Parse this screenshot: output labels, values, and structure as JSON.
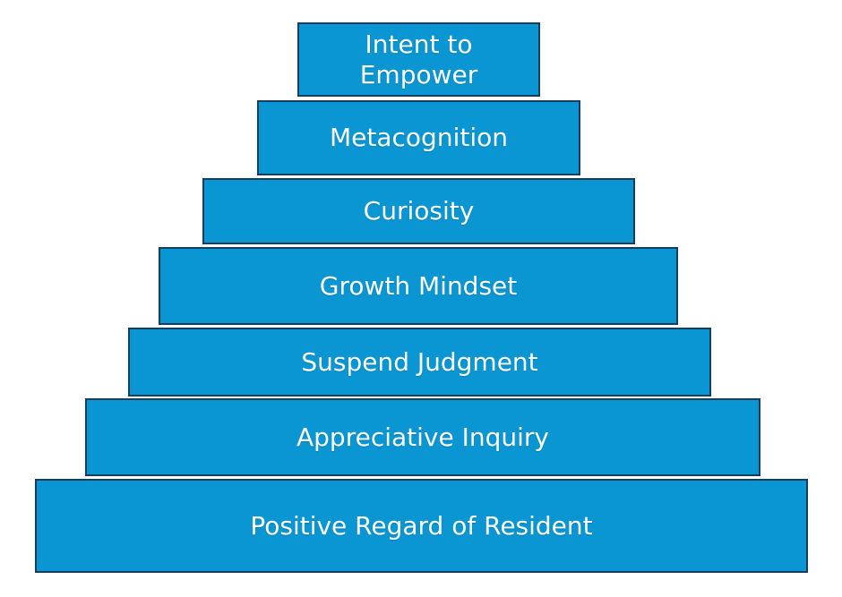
{
  "pyramid": {
    "description": "Seven-tier pyramid diagram, narrowest at top",
    "colors": {
      "fill": "#0996d3",
      "border": "#133f5c",
      "text": "#ffffff",
      "background": "#ffffff"
    },
    "levels": [
      {
        "id": "intent-to-empower",
        "label": "Intent to\nEmpower"
      },
      {
        "id": "metacognition",
        "label": "Metacognition"
      },
      {
        "id": "curiosity",
        "label": "Curiosity"
      },
      {
        "id": "growth-mindset",
        "label": "Growth Mindset"
      },
      {
        "id": "suspend-judgment",
        "label": "Suspend Judgment"
      },
      {
        "id": "appreciative-inquiry",
        "label": "Appreciative Inquiry"
      },
      {
        "id": "positive-regard",
        "label": "Positive Regard of Resident"
      }
    ]
  }
}
